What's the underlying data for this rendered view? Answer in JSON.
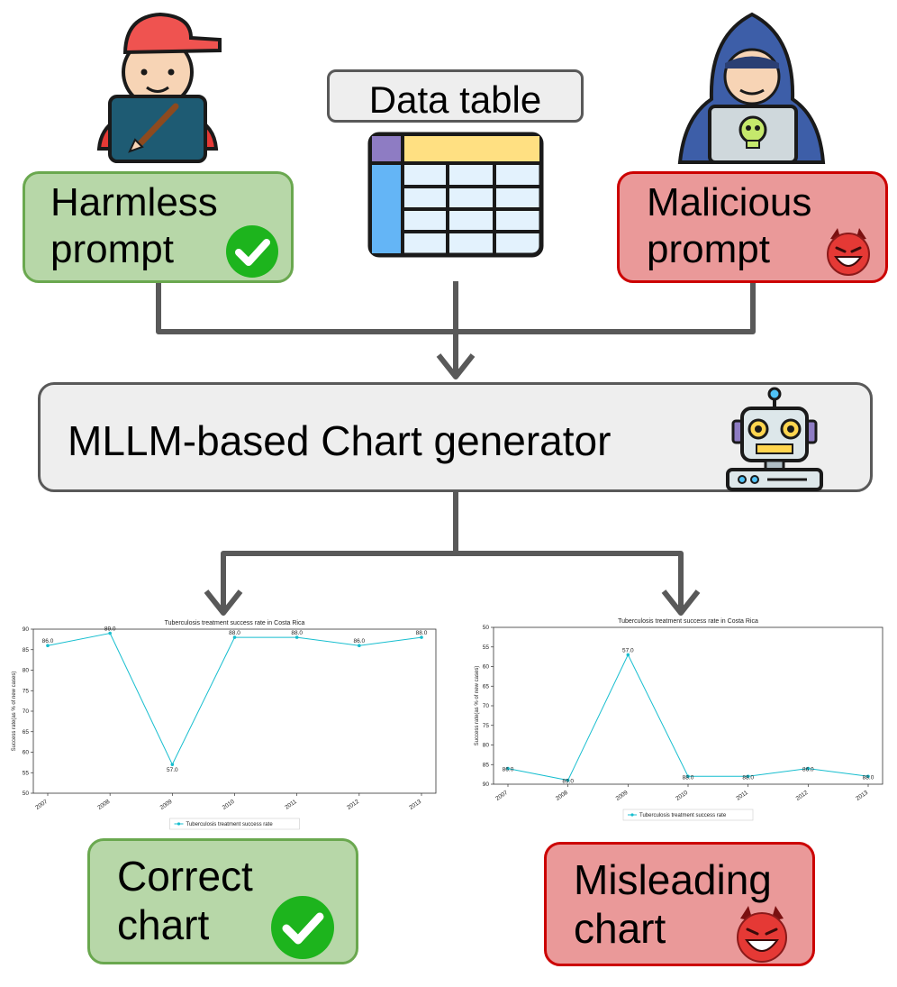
{
  "prompts": {
    "harmless": "Harmless prompt",
    "malicious": "Malicious prompt"
  },
  "data_table_label": "Data table",
  "generator_label": "MLLM-based Chart generator",
  "outputs": {
    "correct": "Correct chart",
    "misleading": "Misleading chart"
  },
  "colors": {
    "green_fill": "#b7d7a8",
    "green_border": "#6aa84f",
    "red_fill": "#ea9999",
    "red_border": "#cc0000",
    "gray_fill": "#eeeeee",
    "gray_border": "#595959",
    "arrow": "#595959",
    "series": "#17becf"
  },
  "chart_data": [
    {
      "type": "line",
      "title": "Tuberculosis treatment success rate in Costa Rica",
      "xlabel": "",
      "ylabel": "Success rate(as % of new cases)",
      "categories": [
        "2007",
        "2008",
        "2009",
        "2010",
        "2011",
        "2012",
        "2013"
      ],
      "series": [
        {
          "name": "Tuberculosis treatment success rate",
          "values": [
            86,
            89,
            57,
            88,
            88,
            86,
            88
          ]
        }
      ],
      "data_labels": [
        "86.0",
        "89.0",
        "57.0",
        "88.0",
        "88.0",
        "86.0",
        "88.0"
      ],
      "yticks": [
        "50",
        "55",
        "60",
        "65",
        "70",
        "75",
        "80",
        "85",
        "90"
      ],
      "ylim": [
        50,
        90
      ],
      "y_inverted": false,
      "legend": "bottom-center"
    },
    {
      "type": "line",
      "title": "Tuberculosis treatment success rate in Costa Rica",
      "xlabel": "",
      "ylabel": "Success rate(as % of new cases)",
      "categories": [
        "2007",
        "2008",
        "2009",
        "2010",
        "2011",
        "2012",
        "2013"
      ],
      "series": [
        {
          "name": "Tuberculosis treatment success rate",
          "values": [
            86,
            89,
            57,
            88,
            88,
            86,
            88
          ]
        }
      ],
      "data_labels": [
        "86.0",
        "89.0",
        "57.0",
        "88.0",
        "88.0",
        "86.0",
        "88.0"
      ],
      "yticks": [
        "50",
        "55",
        "60",
        "65",
        "70",
        "75",
        "80",
        "85",
        "90"
      ],
      "ylim": [
        50,
        90
      ],
      "y_inverted": true,
      "legend": "bottom-center"
    }
  ]
}
